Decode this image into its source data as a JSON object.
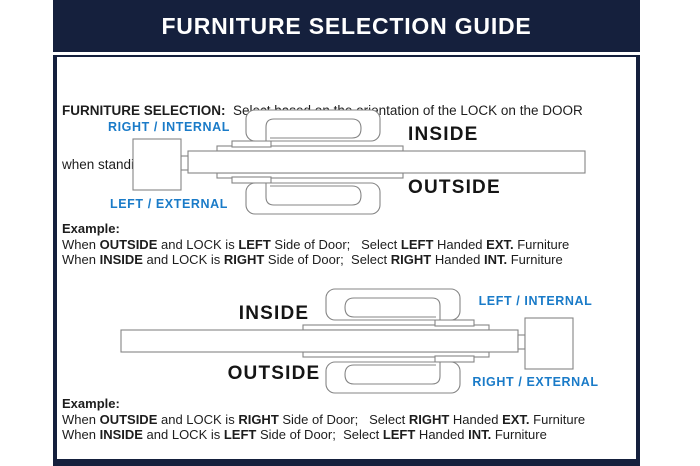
{
  "header": {
    "title": "FURNITURE SELECTION GUIDE"
  },
  "intro": {
    "line1_segments": [
      {
        "t": "FURNITURE SELECTION:",
        "b": true
      },
      {
        "t": "  Select based on the orientation of the LOCK on the DOOR",
        "b": false
      }
    ],
    "line2": "when standing in front of it."
  },
  "diagram1": {
    "handing_top_label": "RIGHT / INTERNAL",
    "handing_bottom_label": "LEFT / EXTERNAL",
    "inside_label": "INSIDE",
    "outside_label": "OUTSIDE"
  },
  "example1": {
    "heading": "Example:",
    "line1": [
      {
        "t": "When ",
        "b": false
      },
      {
        "t": "OUTSIDE",
        "b": true
      },
      {
        "t": " and LOCK is ",
        "b": false
      },
      {
        "t": "LEFT",
        "b": true
      },
      {
        "t": " Side of Door;   Select ",
        "b": false
      },
      {
        "t": "LEFT",
        "b": true
      },
      {
        "t": " Handed ",
        "b": false
      },
      {
        "t": "EXT.",
        "b": true
      },
      {
        "t": " Furniture",
        "b": false
      }
    ],
    "line2": [
      {
        "t": "When ",
        "b": false
      },
      {
        "t": "INSIDE",
        "b": true
      },
      {
        "t": " and LOCK is ",
        "b": false
      },
      {
        "t": "RIGHT",
        "b": true
      },
      {
        "t": " Side of Door;  Select ",
        "b": false
      },
      {
        "t": "RIGHT",
        "b": true
      },
      {
        "t": " Handed ",
        "b": false
      },
      {
        "t": "INT.",
        "b": true
      },
      {
        "t": " Furniture",
        "b": false
      }
    ]
  },
  "diagram2": {
    "handing_top_label": "LEFT / INTERNAL",
    "handing_bottom_label": "RIGHT / EXTERNAL",
    "inside_label": "INSIDE",
    "outside_label": "OUTSIDE"
  },
  "example2": {
    "heading": "Example:",
    "line1": [
      {
        "t": "When ",
        "b": false
      },
      {
        "t": "OUTSIDE",
        "b": true
      },
      {
        "t": " and LOCK is ",
        "b": false
      },
      {
        "t": "RIGHT",
        "b": true
      },
      {
        "t": " Side of Door;   Select ",
        "b": false
      },
      {
        "t": "RIGHT",
        "b": true
      },
      {
        "t": " Handed ",
        "b": false
      },
      {
        "t": "EXT.",
        "b": true
      },
      {
        "t": " Furniture",
        "b": false
      }
    ],
    "line2": [
      {
        "t": "When ",
        "b": false
      },
      {
        "t": "INSIDE",
        "b": true
      },
      {
        "t": " and LOCK is ",
        "b": false
      },
      {
        "t": "LEFT",
        "b": true
      },
      {
        "t": " Side of Door;  Select ",
        "b": false
      },
      {
        "t": "LEFT",
        "b": true
      },
      {
        "t": " Handed ",
        "b": false
      },
      {
        "t": "INT.",
        "b": true
      },
      {
        "t": " Furniture",
        "b": false
      }
    ]
  },
  "colors": {
    "navy": "#15203d",
    "label_blue": "#1a7bc8",
    "line_gray": "#858585",
    "text": "#1d1d1d"
  }
}
